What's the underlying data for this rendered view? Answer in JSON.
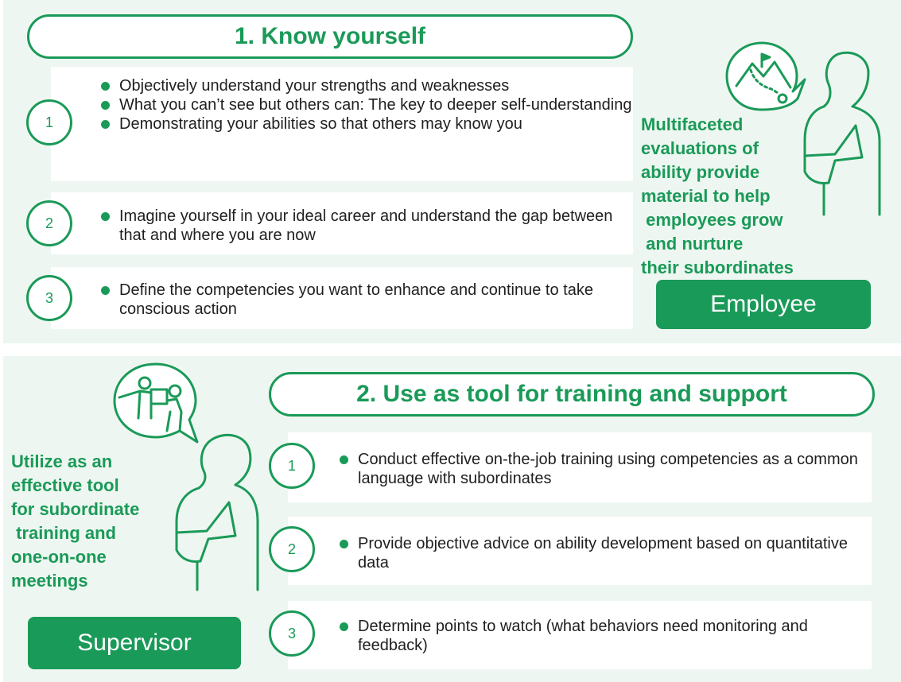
{
  "section1": {
    "title": "1. Know yourself",
    "items": [
      {
        "number": "1",
        "bullets": [
          "Objectively understand your strengths and weaknesses",
          "What you can’t see but others can: The key to deeper self-understanding",
          "Demonstrating your abilities so that others may know you"
        ]
      },
      {
        "number": "2",
        "bullets": [
          "Imagine yourself in your ideal career and understand the gap between that and where you are now"
        ]
      },
      {
        "number": "3",
        "bullets": [
          "Define the competencies you want to enhance and continue to take conscious action"
        ]
      }
    ],
    "side_text": "Multifaceted\nevaluations of\nability provide\nmaterial to help\n employees grow\n and nurture\ntheir subordinates",
    "role": "Employee",
    "icon": "person-with-mountain-goal-icon"
  },
  "section2": {
    "title": "2. Use as tool for training and support",
    "items": [
      {
        "number": "1",
        "bullets": [
          "Conduct effective on-the-job training using competencies as a common language with subordinates"
        ]
      },
      {
        "number": "2",
        "bullets": [
          "Provide objective advice on ability development based on quantitative data"
        ]
      },
      {
        "number": "3",
        "bullets": [
          "Determine points to watch (what behaviors need monitoring and feedback)"
        ]
      }
    ],
    "side_text": "Utilize as an\neffective tool\nfor subordinate\n training and\none-on-one\nmeetings",
    "role": "Supervisor",
    "icon": "person-with-coaching-icon"
  },
  "colors": {
    "accent": "#1a9a58",
    "panel_bg": "#eef6f1",
    "text": "#1f1f1f"
  }
}
